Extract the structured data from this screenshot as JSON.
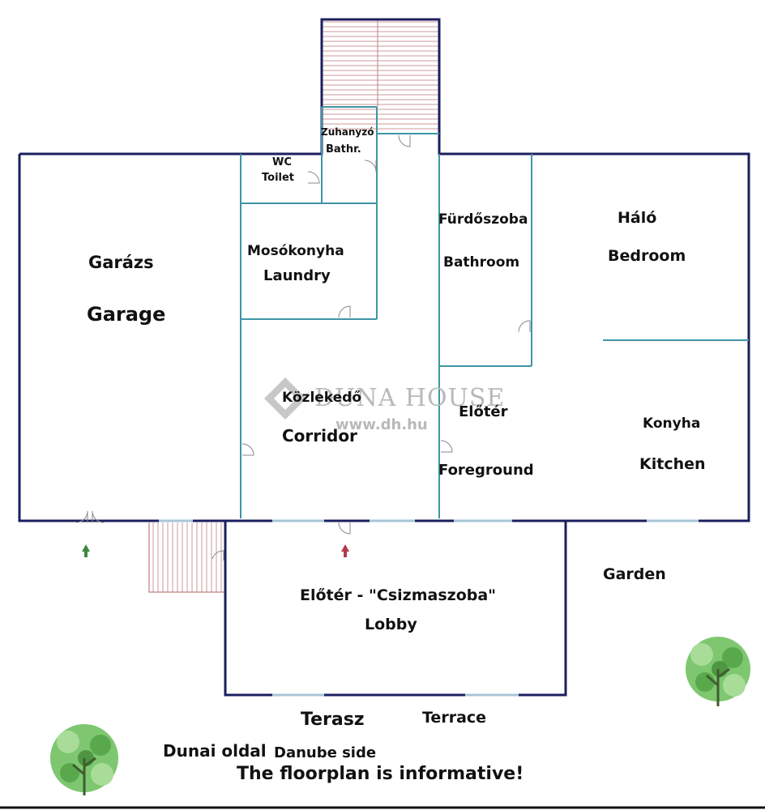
{
  "rooms": {
    "garage": {
      "hu": "Garázs",
      "en": "Garage"
    },
    "wc": {
      "hu": "WC",
      "en": "Toilet"
    },
    "shower": {
      "hu": "Zuhanyzó",
      "en": "Bathr."
    },
    "laundry": {
      "hu": "Mosókonyha",
      "en": "Laundry"
    },
    "corridor": {
      "hu": "Közlekedő",
      "en": "Corridor"
    },
    "bathroom": {
      "hu": "Fürdőszoba",
      "en": "Bathroom"
    },
    "bedroom": {
      "hu": "Háló",
      "en": "Bedroom"
    },
    "foreground": {
      "hu": "Előtér",
      "en": "Foreground"
    },
    "kitchen": {
      "hu": "Konyha",
      "en": "Kitchen"
    },
    "lobby": {
      "hu": "Előtér - \"Csizmaszoba\"",
      "en": "Lobby"
    },
    "terrace": {
      "hu": "Terasz",
      "en": "Terrace"
    }
  },
  "outside": {
    "garden": "Garden",
    "danube_hu": "Dunai oldal",
    "danube_en": "Danube side",
    "disclaimer": "The floorplan is informative!"
  },
  "watermark": {
    "brand": "DUNA HOUSE",
    "url": "www.dh.hu"
  },
  "colors": {
    "outer_wall": "#1b1f5e",
    "inner_wall": "#3f95a6",
    "stairs": "#b06060",
    "tree": "#6fbf5f",
    "arrow_green": "#3e8a3a",
    "arrow_red": "#b23a4a"
  }
}
